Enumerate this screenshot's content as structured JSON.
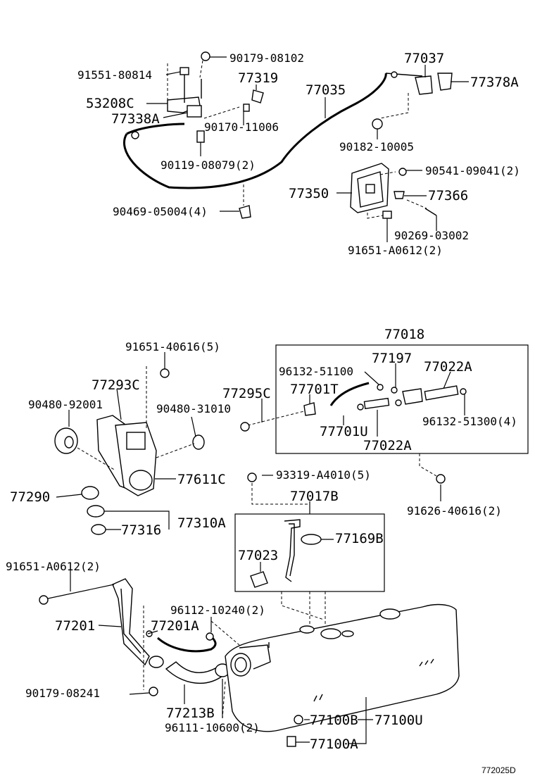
{
  "parts": {
    "p90179_08102": "90179-08102",
    "p91551_80814": "91551-80814",
    "p77319": "77319",
    "p53208C": "53208C",
    "p77338A": "77338A",
    "p90170_11006": "90170-11006",
    "p77035": "77035",
    "p77037": "77037",
    "p77378A": "77378A",
    "p90119_08079": "90119-08079(2)",
    "p90182_10005": "90182-10005",
    "p90541_09041": "90541-09041(2)",
    "p77350": "77350",
    "p77366": "77366",
    "p90469_05004": "90469-05004(4)",
    "p90269_03002": "90269-03002",
    "p91651_A0612_top": "91651-A0612(2)",
    "p77018": "77018",
    "p91651_40616": "91651-40616(5)",
    "p77197": "77197",
    "p96132_51100": "96132-51100",
    "p77022A_top": "77022A",
    "p77293C": "77293C",
    "p77295C": "77295C",
    "p77701T": "77701T",
    "p90480_92001": "90480-92001",
    "p90480_31010": "90480-31010",
    "p96132_51300": "96132-51300(4)",
    "p77701U": "77701U",
    "p77022A_bot": "77022A",
    "p77611C": "77611C",
    "p93319_A4010": "93319-A4010(5)",
    "p77290": "77290",
    "p77017B": "77017B",
    "p91626_40616": "91626-40616(2)",
    "p77310A": "77310A",
    "p77316": "77316",
    "p77169B": "77169B",
    "p91651_A0612_bot": "91651-A0612(2)",
    "p77023": "77023",
    "p96112_10240": "96112-10240(2)",
    "p77201": "77201",
    "p77201A": "77201A",
    "p90179_08241": "90179-08241",
    "p77213B": "77213B",
    "p77100B": "77100B",
    "p77100U": "77100U",
    "p96111_10600": "96111-10600(2)",
    "p77100A": "77100A"
  },
  "diagram_code": "772025D"
}
